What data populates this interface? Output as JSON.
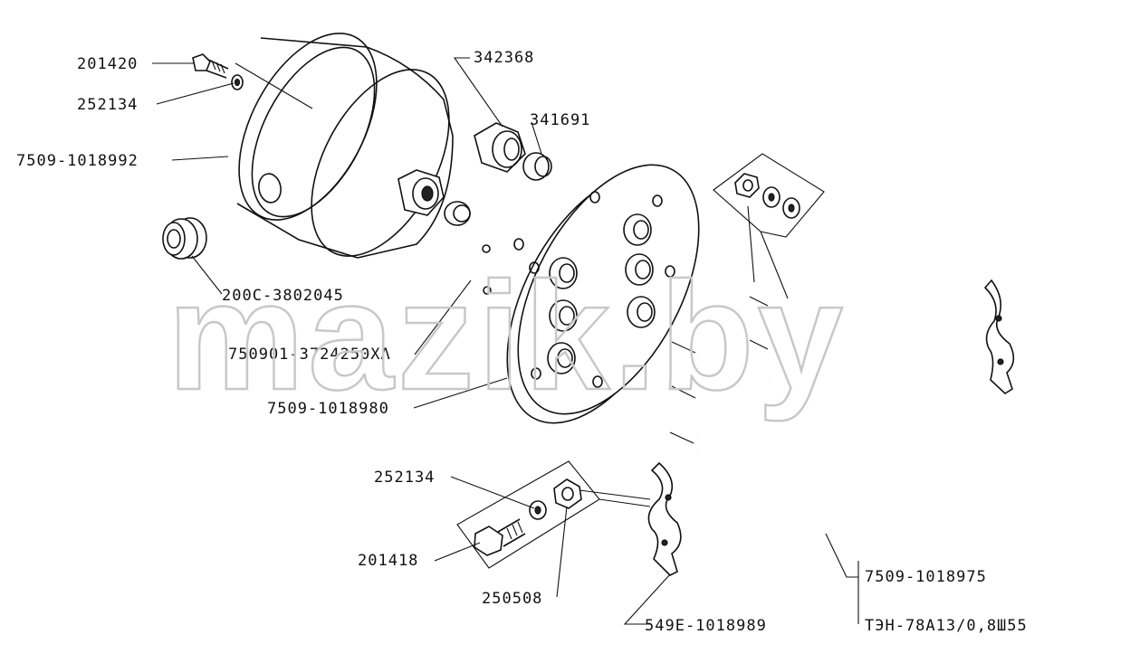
{
  "watermark": "mazik.by",
  "labels": {
    "bolt_small": "201420",
    "washer_top": "252134",
    "cover": "7509-1018992",
    "plug": "200C-3802045",
    "wire_jumper": "750901-3724250XΛ",
    "flange_plate": "7509-1018980",
    "nut_fitting": "342368",
    "nipple": "341691",
    "washer_bottom": "252134",
    "bolt_large": "201418",
    "nut_small": "250508",
    "bracket": "549E-1018989",
    "heater_assembly": "7509-1018975",
    "heater_element": "ТЭН-78А13/0,8Ш55"
  }
}
